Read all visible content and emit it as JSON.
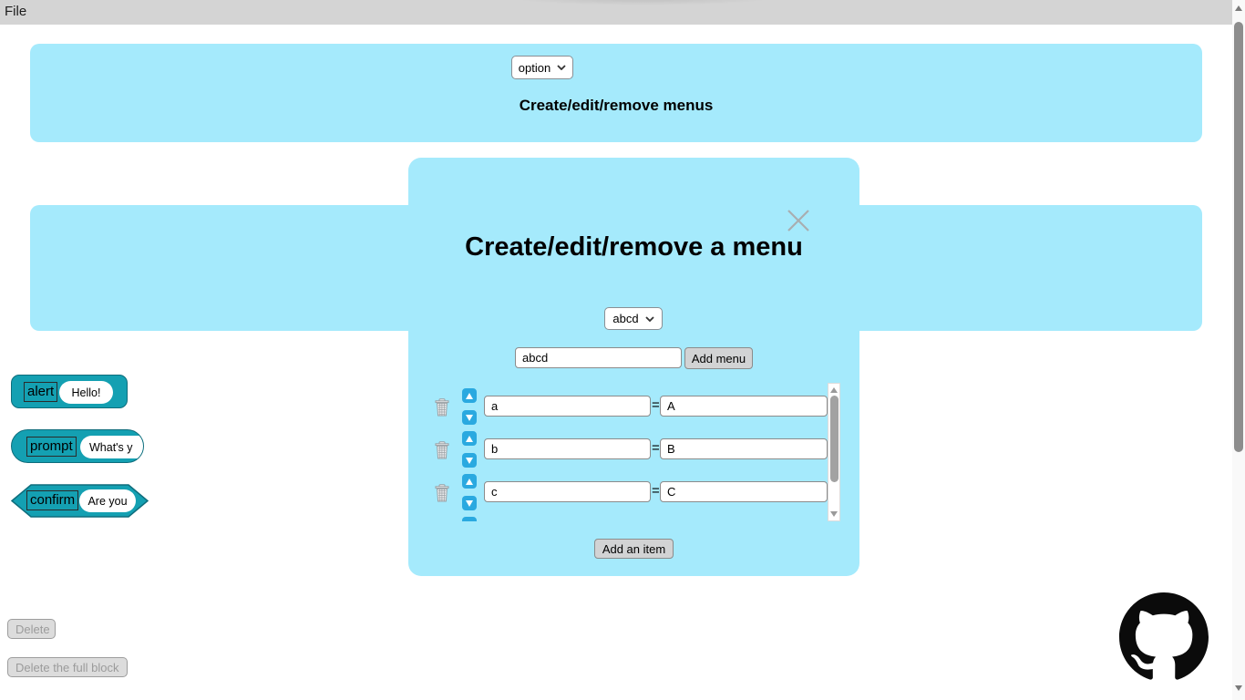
{
  "menubar": {
    "file": "File"
  },
  "top_banner": {
    "select_value": "option",
    "title": "Create/edit/remove menus"
  },
  "modal": {
    "title": "Create/edit/remove a menu",
    "menu_select_value": "abcd",
    "menu_name_input": "abcd",
    "add_menu_button": "Add menu",
    "equals_sign": "=",
    "items": [
      {
        "key": "a",
        "value": "A"
      },
      {
        "key": "b",
        "value": "B"
      },
      {
        "key": "c",
        "value": "C"
      }
    ],
    "add_item_button": "Add an item"
  },
  "palette_blocks": [
    {
      "shape": "command",
      "label": "alert",
      "arg": "Hello!"
    },
    {
      "shape": "reporter",
      "label": "prompt",
      "arg": "What's y"
    },
    {
      "shape": "predicate",
      "label": "confirm",
      "arg": "Are you"
    }
  ],
  "footer": {
    "delete_button": "Delete",
    "delete_full_button": "Delete the full block"
  },
  "icons": {
    "select_chevron": "chevron-down",
    "close": "x-cross",
    "trash": "waste-basket",
    "move_up": "▲",
    "move_down": "▼",
    "github": "github-octocat-mark"
  },
  "colors": {
    "banner_bg": "#a5eafc",
    "block_teal": "#14a0b2",
    "block_border": "#0e6d7c",
    "arrow_blue": "#2aa9e0",
    "topbar_bg": "#d4d4d4",
    "button_bg": "#d2d3d4",
    "disabled_text": "#9b9b9b"
  }
}
